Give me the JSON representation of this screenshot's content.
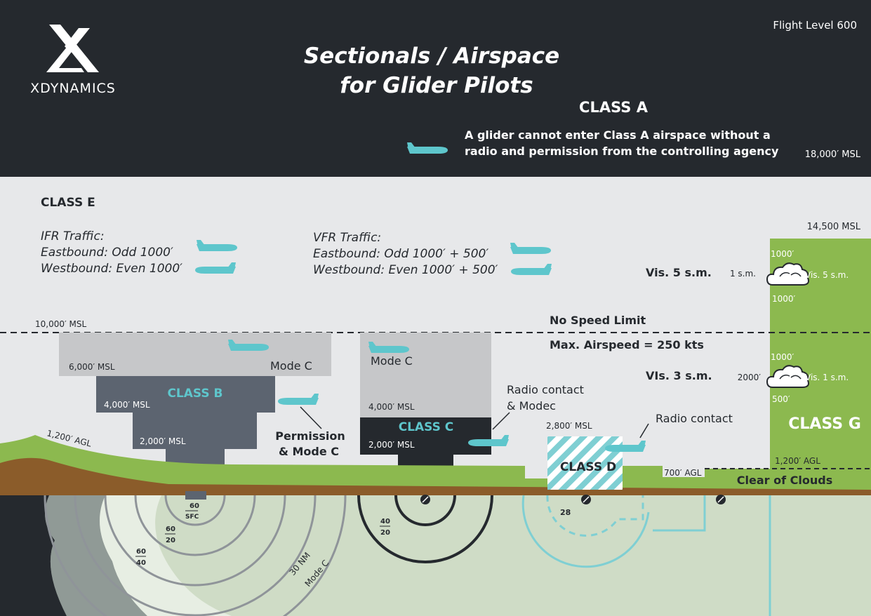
{
  "brand": {
    "name": "XDYNAMICS",
    "logo_icon": "x-logo-icon"
  },
  "title": {
    "line1": "Sectionals / Airspace",
    "line2": "for Glider Pilots"
  },
  "flight_level": "Flight Level 600",
  "class_a": {
    "label": "CLASS A",
    "note_line1": "A glider cannot enter Class A airspace without a",
    "note_line2": "radio and permission from the controlling agency",
    "altitude": "18,000′ MSL"
  },
  "class_e": {
    "label": "CLASS E",
    "ifr": {
      "heading": "IFR Traffic:",
      "east": "Eastbound: Odd 1000′",
      "west": "Westbound: Even 1000′"
    },
    "vfr": {
      "heading": "VFR Traffic:",
      "east": "Eastbound: Odd 1000′ + 500′",
      "west": "Westbound: Even 1000′ + 500′"
    },
    "upper_vis": "Vis. 5 s.m.",
    "lower_vis": "VIs. 3 s.m."
  },
  "speed": {
    "line": "10,000′ MSL",
    "above": "No Speed Limit",
    "below": "Max. Airspeed = 250 kts"
  },
  "class_g": {
    "label": "CLASS G",
    "top_altitude": "14,500 MSL",
    "upper": {
      "above": "1000′",
      "below": "1000′",
      "horizontal": "1 s.m.",
      "vis": "Vis. 5 s.m."
    },
    "lower": {
      "above": "1000′",
      "below": "500′",
      "horizontal": "2000′",
      "vis": "Vis. 1 s.m."
    },
    "agl": "1,200′ AGL",
    "clear": "Clear of Clouds"
  },
  "class_b": {
    "label": "CLASS B",
    "mode": "Mode C",
    "alt_top": "6,000′ MSL",
    "alt_mid": "4,000′ MSL",
    "alt_low": "2,000′ MSL",
    "requirement_line1": "Permission",
    "requirement_line2": "& Mode C"
  },
  "class_c": {
    "label": "CLASS C",
    "mode": "Mode C",
    "alt_top": "4,000′ MSL",
    "alt_low": "2,000′ MSL",
    "requirement_line1": "Radio contact",
    "requirement_line2": "& Modec"
  },
  "class_d": {
    "label": "CLASS D",
    "altitude": "2,800′ MSL",
    "requirement": "Radio contact",
    "runway_number": "28"
  },
  "terrain": {
    "agl_left": "1,200′ AGL",
    "agl_right": "700′ AGL"
  },
  "chart_labels": {
    "b_inner_top": "60",
    "b_inner_bottom": "SFC",
    "b_mid_top": "60",
    "b_mid_bottom": "20",
    "b_outer_top": "60",
    "b_outer_bottom": "40",
    "c_top": "40",
    "c_bottom": "20",
    "mode_c_ring_1": "30 NM",
    "mode_c_ring_2": "Mode C"
  },
  "colors": {
    "dark": "#25292e",
    "sky": "#e7e8ea",
    "green": "#8cb94f",
    "brown": "#8b5c2a",
    "cyan": "#5ec6cc",
    "class_b": "#5c6470",
    "shelf": "#c6c7c9",
    "map": "#cfdcc6"
  }
}
